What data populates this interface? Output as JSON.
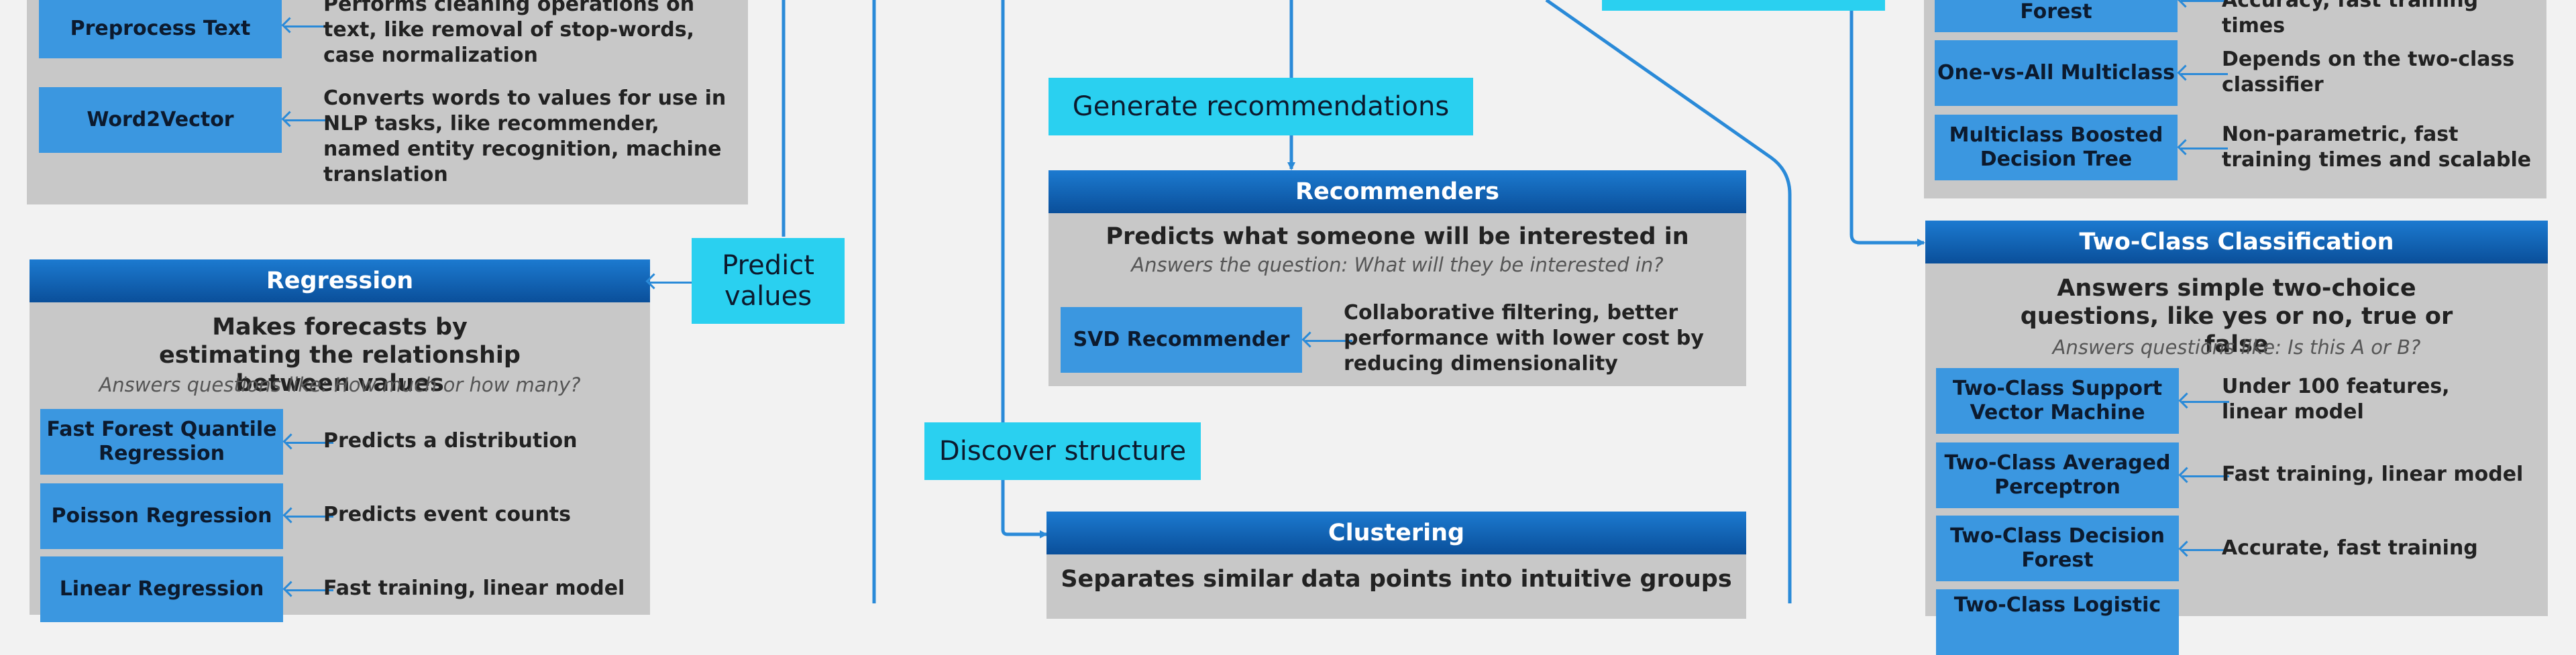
{
  "text_analytics": {
    "preprocess": {
      "label": "Preprocess Text",
      "desc": "Performs cleaning operations on text, like removal of stop-words, case normalization"
    },
    "word2vec": {
      "label": "Word2Vector",
      "desc": "Converts words to values for use in NLP tasks, like recommender, named entity recognition, machine translation"
    }
  },
  "regression": {
    "header": "Regression",
    "lead": "Makes forecasts by estimating the relationship between values",
    "sub": "Answers questions like: How much or how many?",
    "items": [
      {
        "label": "Fast Forest Quantile Regression",
        "desc": "Predicts a distribution"
      },
      {
        "label": "Poisson Regression",
        "desc": "Predicts event counts"
      },
      {
        "label": "Linear Regression",
        "desc": "Fast training, linear model"
      }
    ]
  },
  "callouts": {
    "predict_values": "Predict values",
    "generate_recommendations": "Generate recommendations",
    "discover_structure": "Discover structure"
  },
  "recommenders": {
    "header": "Recommenders",
    "lead": "Predicts what someone will be interested in",
    "sub": "Answers the question: What will they be interested in?",
    "items": [
      {
        "label": "SVD Recommender",
        "desc": "Collaborative filtering, better performance with lower cost by reducing dimensionality"
      }
    ]
  },
  "clustering": {
    "header": "Clustering",
    "lead": "Separates similar data points into intuitive groups"
  },
  "multiclass": {
    "items": [
      {
        "label": "Forest",
        "desc": "Accuracy, fast training times"
      },
      {
        "label": "One-vs-All Multiclass",
        "desc": "Depends on the two-class classifier"
      },
      {
        "label": "Multiclass Boosted Decision Tree",
        "desc": "Non-parametric, fast training times and scalable"
      }
    ]
  },
  "two_class": {
    "header": "Two-Class Classification",
    "lead": "Answers simple two-choice questions, like yes or no, true or false",
    "sub": "Answers questions like: Is this A or B?",
    "items": [
      {
        "label": "Two-Class Support Vector Machine",
        "desc": "Under 100 features, linear model"
      },
      {
        "label": "Two-Class Averaged Perceptron",
        "desc": "Fast training, linear model"
      },
      {
        "label": "Two-Class Decision Forest",
        "desc": "Accurate, fast training"
      },
      {
        "label": "Two-Class Logistic",
        "desc": ""
      }
    ]
  }
}
